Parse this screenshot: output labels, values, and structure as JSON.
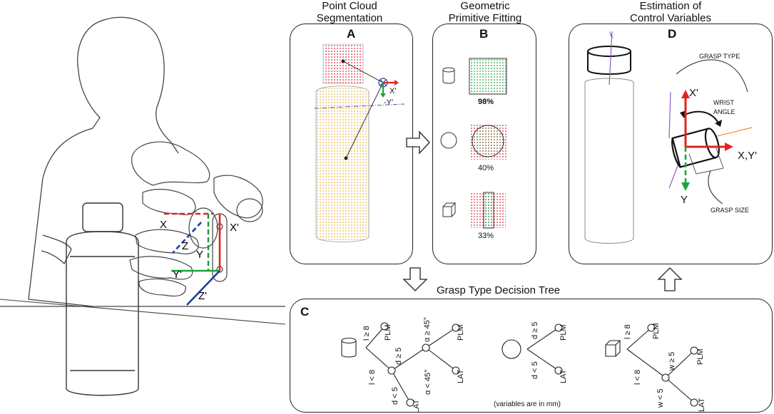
{
  "titles": {
    "seg": [
      "Point Cloud",
      "Segmentation"
    ],
    "fit": [
      "Geometric",
      "Primitive Fitting"
    ],
    "est": [
      "Estimation of",
      "Control Variables"
    ],
    "tree": "Grasp Type Decision Tree"
  },
  "panels": {
    "a": "A",
    "b": "B",
    "c": "C",
    "d": "D"
  },
  "scene_axes": {
    "x": "X",
    "z": "Z",
    "y": "Y",
    "yp": "Y'",
    "zp": "Z'",
    "xp": "X'"
  },
  "panel_a_axes": {
    "xp": "X'",
    "yp": "-Y'"
  },
  "fit": {
    "cyl": "98%",
    "sph": "40%",
    "box": "33%"
  },
  "panel_d": {
    "grasp_type": "GRASP TYPE",
    "wrist": [
      "WRIST",
      "ANGLE"
    ],
    "xp": "X'",
    "xy": "X,Y'",
    "y": "Y",
    "grasp_size": "GRASP SIZE"
  },
  "tree": {
    "cyl": {
      "l_ge": "l ≥ 8",
      "l_lt": "l < 8",
      "d_ge": "d ≥ 5",
      "d_lt": "d < 5",
      "a_ge": "α ≥ 45°",
      "a_lt": "α < 45°",
      "plm1": "PLM",
      "plm2": "PLM",
      "lat1": "LAT",
      "lat2": "LAT"
    },
    "sph": {
      "d_ge": "d ≥ 5",
      "d_lt": "d < 5",
      "plm": "PLM",
      "lat": "LAT"
    },
    "box": {
      "l_ge": "l ≥ 8",
      "l_lt": "l < 8",
      "w_ge": "w ≥ 5",
      "w_lt": "w < 5",
      "plm1": "PLM",
      "plm2": "PLM",
      "lat": "LAT"
    },
    "note": "(variables are in mm)"
  },
  "colors": {
    "red": "#e0231c",
    "green": "#1ca33a",
    "blue": "#1f3f9e",
    "yellow": "#f2c94c",
    "purple": "#8a5cc7",
    "orange": "#f08a2a"
  }
}
